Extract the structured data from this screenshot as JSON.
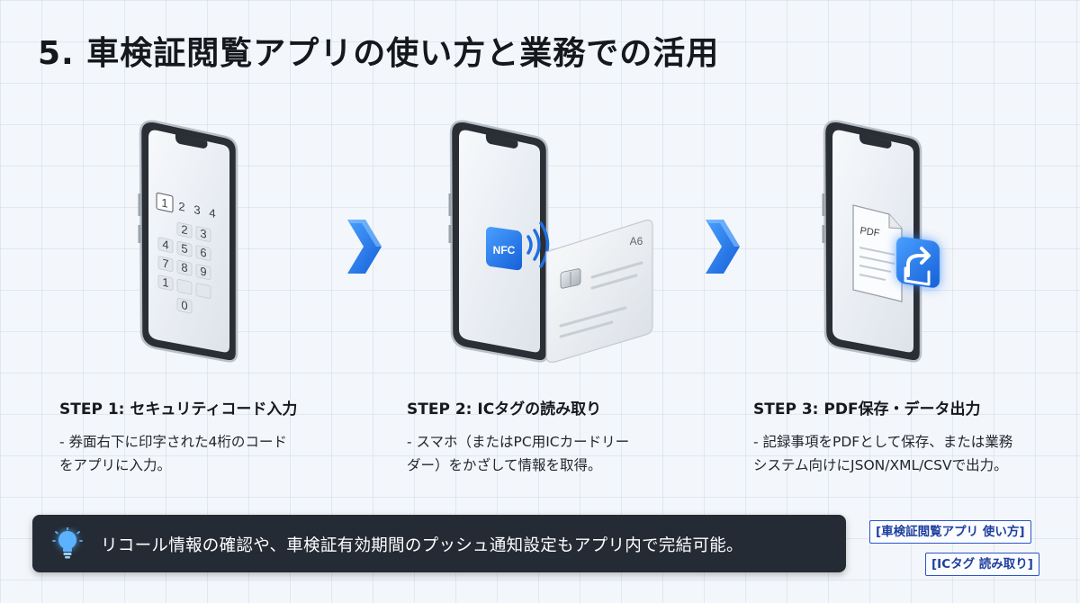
{
  "header": {
    "title": "5. 車検証閲覧アプリの使い方と業務での活用"
  },
  "steps": [
    {
      "title": "STEP 1: セキュリティコード入力",
      "desc_line1": "- 券面右下に印字された4桁のコード",
      "desc_line2": "をアプリに入力。"
    },
    {
      "title": "STEP 2: ICタグの読み取り",
      "desc_line1": "- スマホ（またはPC用ICカードリー",
      "desc_line2": "ダー）をかざして情報を取得。"
    },
    {
      "title": "STEP 3: PDF保存・データ出力",
      "desc_line1": "- 記録事項をPDFとして保存、または業務",
      "desc_line2": "システム向けにJSON/XML/CSVで出力。"
    }
  ],
  "keypad": {
    "entered": [
      "1",
      "2",
      "3",
      "4"
    ],
    "keys": [
      "1",
      "2",
      "3",
      "4",
      "5",
      "6",
      "7",
      "8",
      "9",
      "0"
    ]
  },
  "nfc": {
    "badge": "NFC",
    "card_label": "A6"
  },
  "export": {
    "doc_label": "PDF"
  },
  "banner": {
    "text": "リコール情報の確認や、車検証有効期間のプッシュ通知設定もアプリ内で完結可能。",
    "icon": "lightbulb-icon"
  },
  "tags": [
    "[車検証閲覧アプリ 使い方]",
    "[ICタグ 読み取り]"
  ],
  "colors": {
    "accent": "#1f6fe0",
    "banner_bg": "#252b35",
    "tag_border": "#2c55c8"
  }
}
